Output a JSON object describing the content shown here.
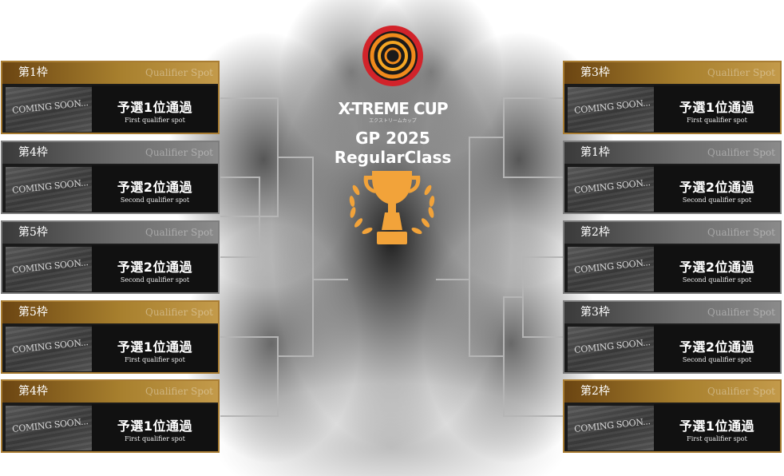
{
  "header": {
    "brand": "X-TREME CUP",
    "brand_kana": "エクストリームカップ",
    "event_line1": "GP 2025",
    "event_line2": "RegularClass"
  },
  "placeholder_text": "COMING SOON...",
  "left_slots": [
    {
      "slot": "第1枠",
      "sub": "Qualifier Spot",
      "title": "予選1位通過",
      "desc": "First qualifier spot",
      "tier": "gold"
    },
    {
      "slot": "第4枠",
      "sub": "Qualifier Spot",
      "title": "予選2位通過",
      "desc": "Second qualifier spot",
      "tier": "silver"
    },
    {
      "slot": "第5枠",
      "sub": "Qualifier Spot",
      "title": "予選2位通過",
      "desc": "Second qualifier spot",
      "tier": "silver"
    },
    {
      "slot": "第5枠",
      "sub": "Qualifier Spot",
      "title": "予選1位通過",
      "desc": "First qualifier spot",
      "tier": "gold"
    },
    {
      "slot": "第4枠",
      "sub": "Qualifier Spot",
      "title": "予選1位通過",
      "desc": "First qualifier spot",
      "tier": "gold"
    }
  ],
  "right_slots": [
    {
      "slot": "第3枠",
      "sub": "Qualifier Spot",
      "title": "予選1位通過",
      "desc": "First qualifier spot",
      "tier": "gold"
    },
    {
      "slot": "第1枠",
      "sub": "Qualifier Spot",
      "title": "予選2位通過",
      "desc": "Second qualifier spot",
      "tier": "silver"
    },
    {
      "slot": "第2枠",
      "sub": "Qualifier Spot",
      "title": "予選2位通過",
      "desc": "Second qualifier spot",
      "tier": "silver"
    },
    {
      "slot": "第3枠",
      "sub": "Qualifier Spot",
      "title": "予選2位通過",
      "desc": "Second qualifier spot",
      "tier": "silver"
    },
    {
      "slot": "第2枠",
      "sub": "Qualifier Spot",
      "title": "予選1位通過",
      "desc": "First qualifier spot",
      "tier": "gold"
    }
  ],
  "colors": {
    "gold_border": "#a97d33",
    "silver_border": "#7d7d7d",
    "bracket_line": "#b5b5b5",
    "logo_orange": "#f08a1c",
    "logo_red": "#d2232a",
    "trophy": "#f2a33a"
  }
}
